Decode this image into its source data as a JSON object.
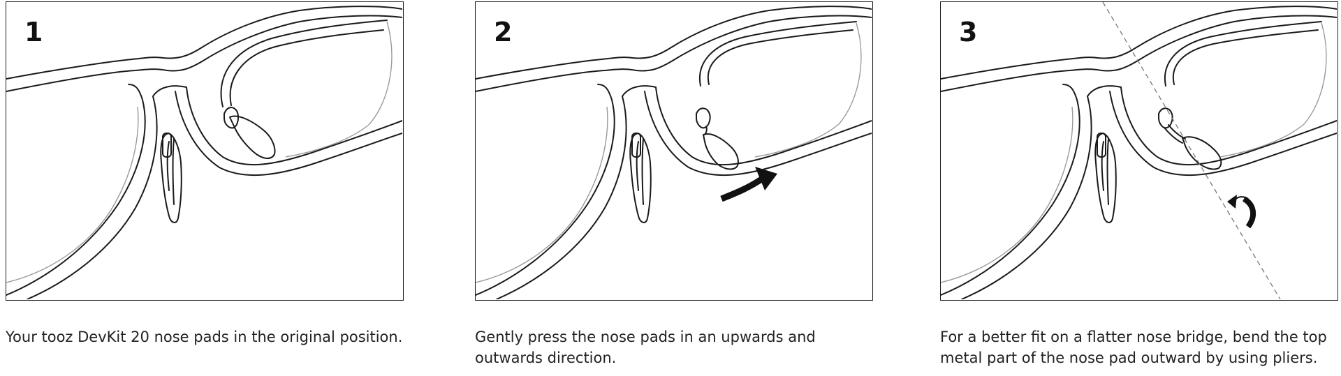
{
  "steps": [
    {
      "number": "1",
      "caption": "Your tooz DevKit 20 nose pads in the original position.",
      "illustration": "glasses-nose-pads-original"
    },
    {
      "number": "2",
      "caption": "Gently press the nose pads in an upwards and outwards direction.",
      "illustration": "glasses-nose-pads-press-upwards",
      "arrow": "curved-arrow-up-right"
    },
    {
      "number": "3",
      "caption": "For a better fit on a flatter nose bridge, bend the top metal part of the nose pad outward by using pliers.",
      "illustration": "glasses-nose-pad-bend-outward",
      "arrow": "rotate-arrow",
      "guide_line": "dashed-bend-axis"
    }
  ],
  "colors": {
    "line": "#1a1a1a",
    "lens_line": "#9a9a9a",
    "text": "#222222",
    "background": "#ffffff"
  }
}
